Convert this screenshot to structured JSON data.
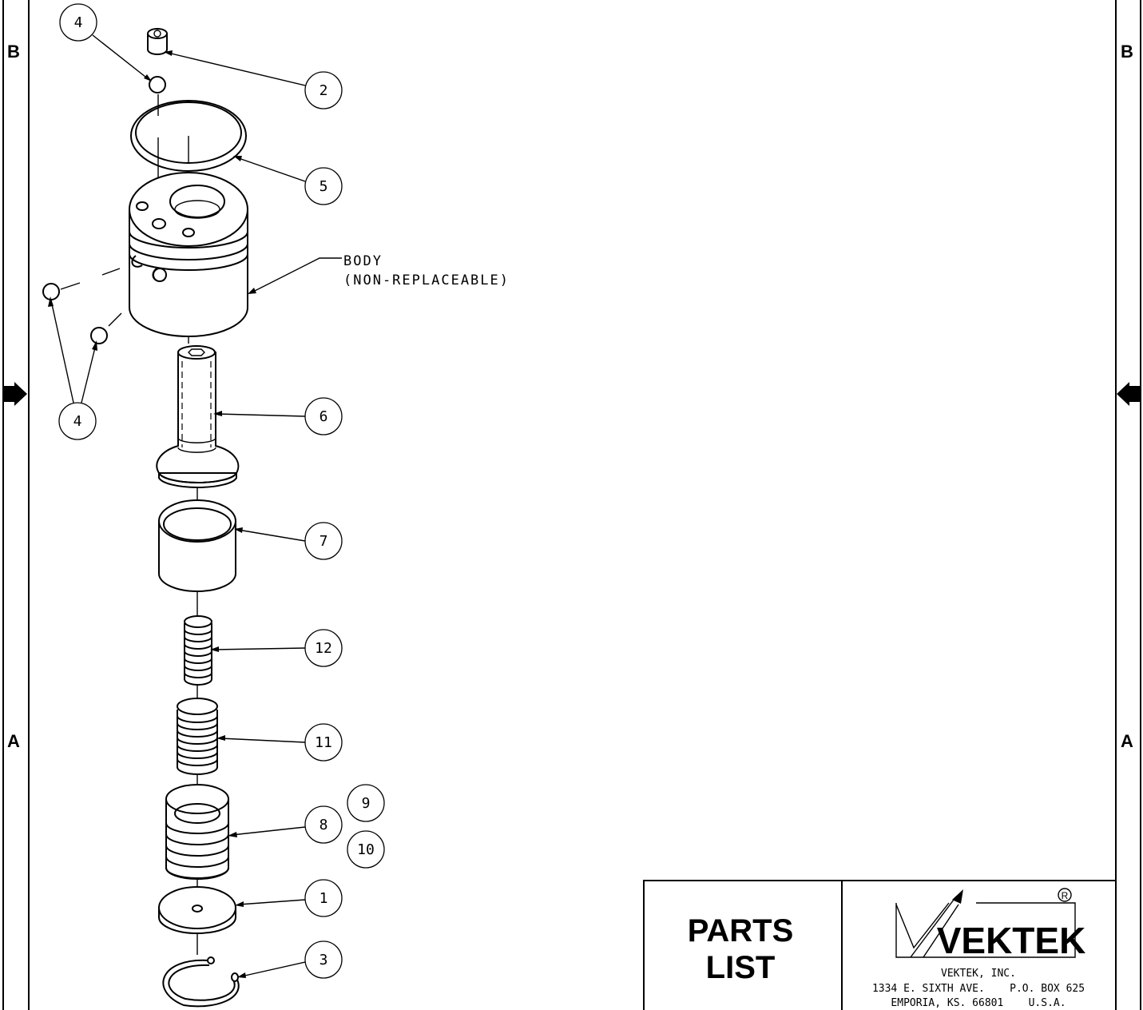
{
  "border": {
    "zone_labels": {
      "top": "B",
      "bottom": "A"
    }
  },
  "balloons": [
    {
      "label": "4"
    },
    {
      "label": "2"
    },
    {
      "label": "5"
    },
    {
      "label": "4"
    },
    {
      "label": "6"
    },
    {
      "label": "7"
    },
    {
      "label": "12"
    },
    {
      "label": "11"
    },
    {
      "label": "9"
    },
    {
      "label": "8"
    },
    {
      "label": "10"
    },
    {
      "label": "1"
    },
    {
      "label": "3"
    }
  ],
  "body_note": {
    "line1": "BODY",
    "line2": "(NON-REPLACEABLE)"
  },
  "title_block": {
    "title_line1": "PARTS",
    "title_line2": "LIST",
    "logo_text": "VEKTEK",
    "registered_mark": "R",
    "company": "VEKTEK, INC.",
    "address_line1": "1334 E. SIXTH AVE.    P.O. BOX 625",
    "address_line2": "EMPORIA, KS. 66801    U.S.A."
  }
}
